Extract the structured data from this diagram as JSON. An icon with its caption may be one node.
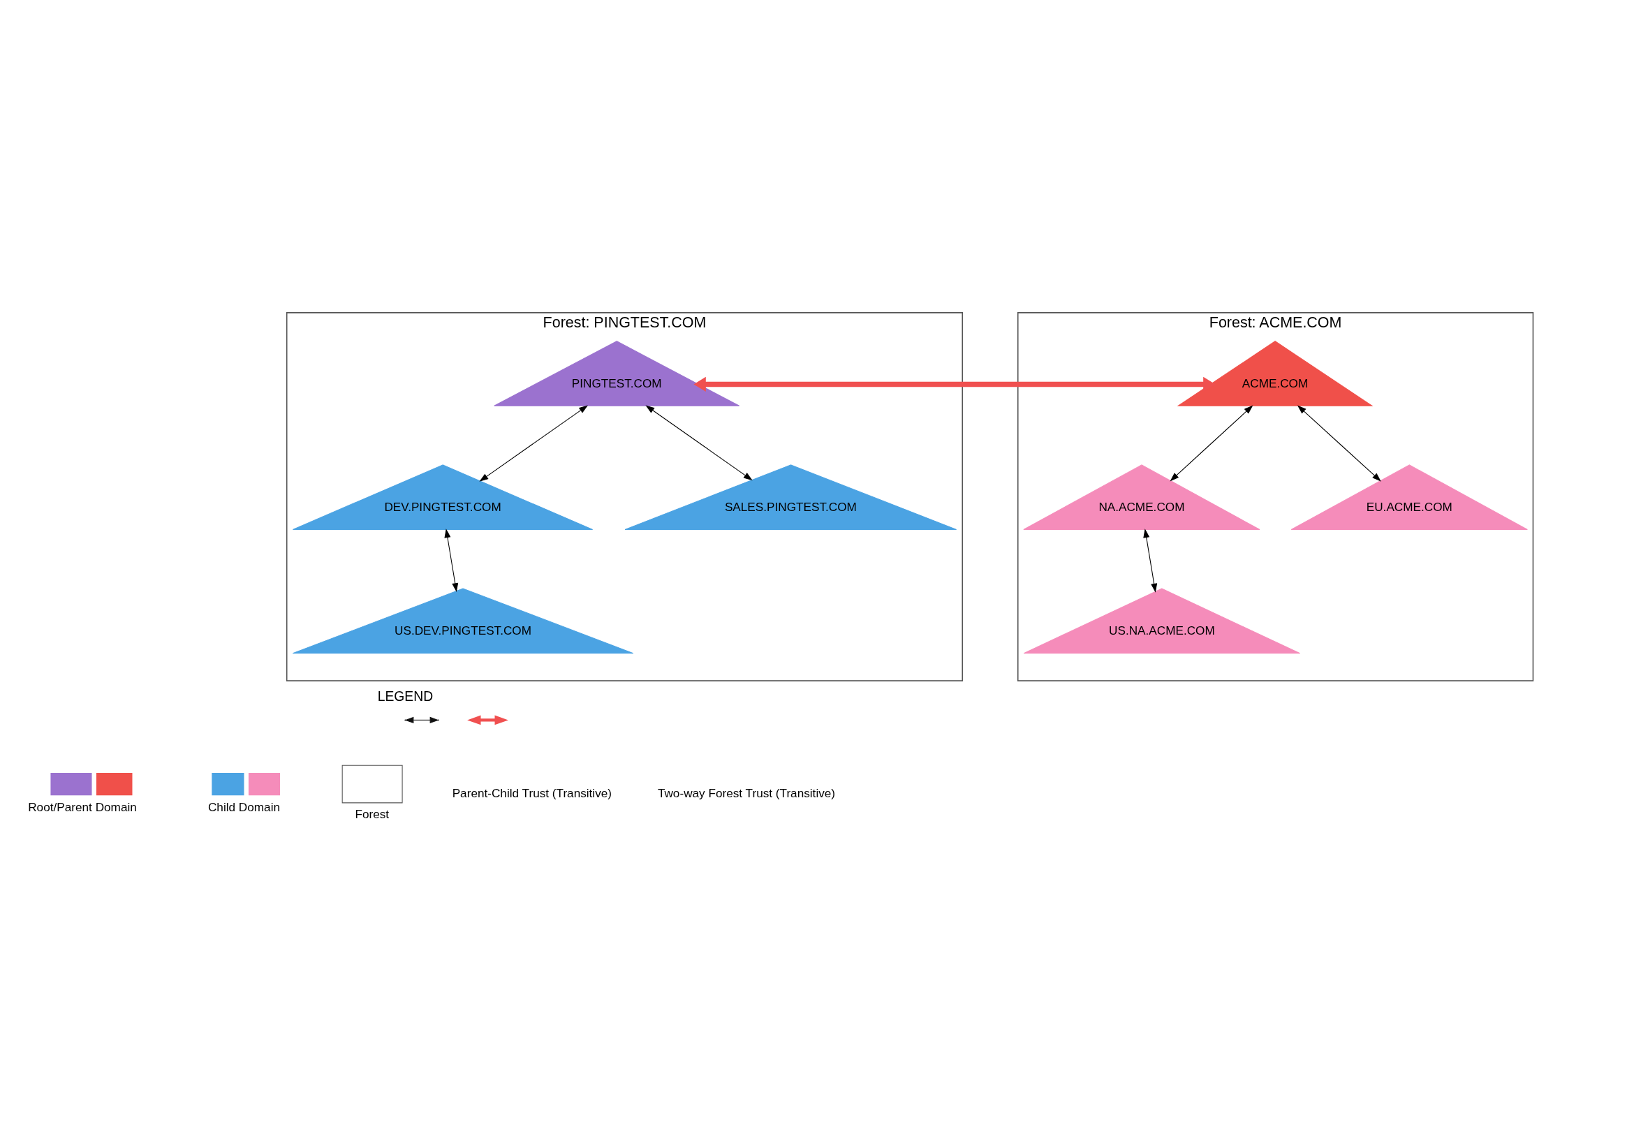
{
  "diagram": {
    "nodes": [
      {
        "text": [
          "Forest: PINGTEST.COM"
        ]
      },
      {
        "text": [
          "PINGTEST.COM"
        ],
        "in": 0
      },
      {
        "text": [
          "DEV.PINGTEST.COM"
        ],
        "in": 0
      },
      {
        "text": [
          "SALES.PINGTEST.COM"
        ],
        "in": 0
      },
      {
        "text": [
          "US.DEV.PINGTEST.COM"
        ],
        "in": 0
      },
      {
        "text": [
          "Forest: ACME.COM"
        ]
      },
      {
        "text": [
          "ACME.COM"
        ],
        "in": 5
      },
      {
        "text": [
          "EU.ACME.COM"
        ],
        "in": 5
      },
      {
        "text": [
          "NA.ACME.COM"
        ],
        "in": 5
      },
      {
        "text": [
          "US.NA.ACME.COM"
        ],
        "in": 5
      }
    ],
    "edges": [
      {
        "from": 1,
        "to": 6,
        "arrow": "both",
        "style": "thick",
        "color": "#f05050"
      },
      {
        "from": 1,
        "to": 2,
        "arrow": "both"
      },
      {
        "from": 1,
        "to": 3,
        "arrow": "both"
      },
      {
        "from": 2,
        "to": 4,
        "arrow": "both"
      },
      {
        "from": 6,
        "to": 7,
        "arrow": "both"
      },
      {
        "from": 6,
        "to": 8,
        "arrow": "both"
      },
      {
        "from": 8,
        "to": 9,
        "arrow": "both"
      }
    ],
    "labels": [
      "LEGEND"
    ],
    "legend": [
      {
        "text": "Root/Parent Domain"
      },
      {
        "text": "Child Domain"
      },
      {
        "text": "Forest"
      },
      {
        "text": "Parent-Child Trust (Transitive)"
      },
      {
        "text": "Two-way Forest Trust (Transitive)"
      }
    ]
  }
}
